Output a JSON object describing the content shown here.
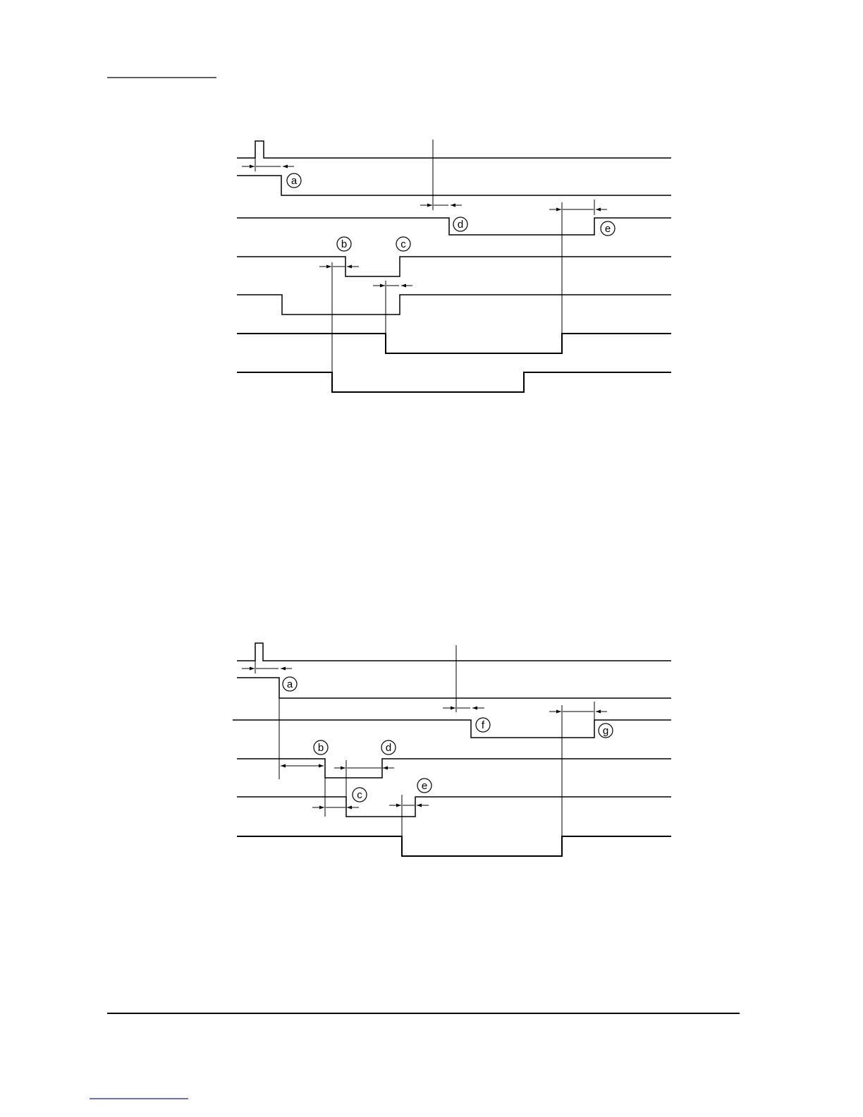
{
  "diagram1": {
    "labels": {
      "a": "a",
      "b": "b",
      "c": "c",
      "d": "d",
      "e": "e"
    }
  },
  "diagram2": {
    "labels": {
      "a": "a",
      "b": "b",
      "c": "c",
      "d": "d",
      "e": "e",
      "f": "f",
      "g": "g"
    }
  },
  "colors": {
    "ink": "#000000",
    "paper": "#ffffff",
    "footer_link": "#1a1aa6"
  }
}
